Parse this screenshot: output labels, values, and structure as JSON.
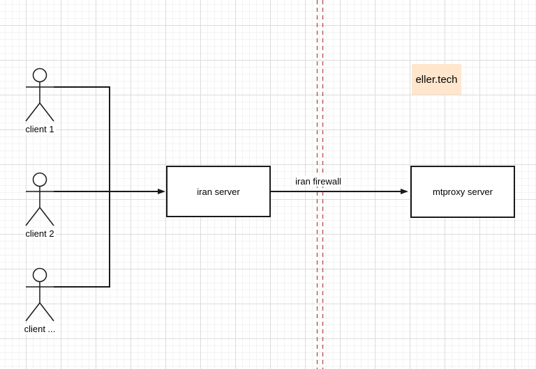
{
  "diagram": {
    "clients": [
      {
        "id": "client-1",
        "label": "client 1"
      },
      {
        "id": "client-2",
        "label": "client 2"
      },
      {
        "id": "client-3",
        "label": "client ..."
      }
    ],
    "nodes": [
      {
        "id": "iran-server",
        "label": "iran server"
      },
      {
        "id": "mtproxy-server",
        "label": "mtproxy server"
      }
    ],
    "firewall": {
      "label": "iran firewall"
    },
    "badge": {
      "label": "eller.tech",
      "bg_color": "#ffe6cc"
    },
    "colors": {
      "shape_stroke": "#1a1a1a",
      "firewall_dash": "#b85450",
      "grid_minor": "#f3f3f3",
      "grid_major": "#dcdcdc",
      "canvas_bg": "#ffffff"
    }
  }
}
